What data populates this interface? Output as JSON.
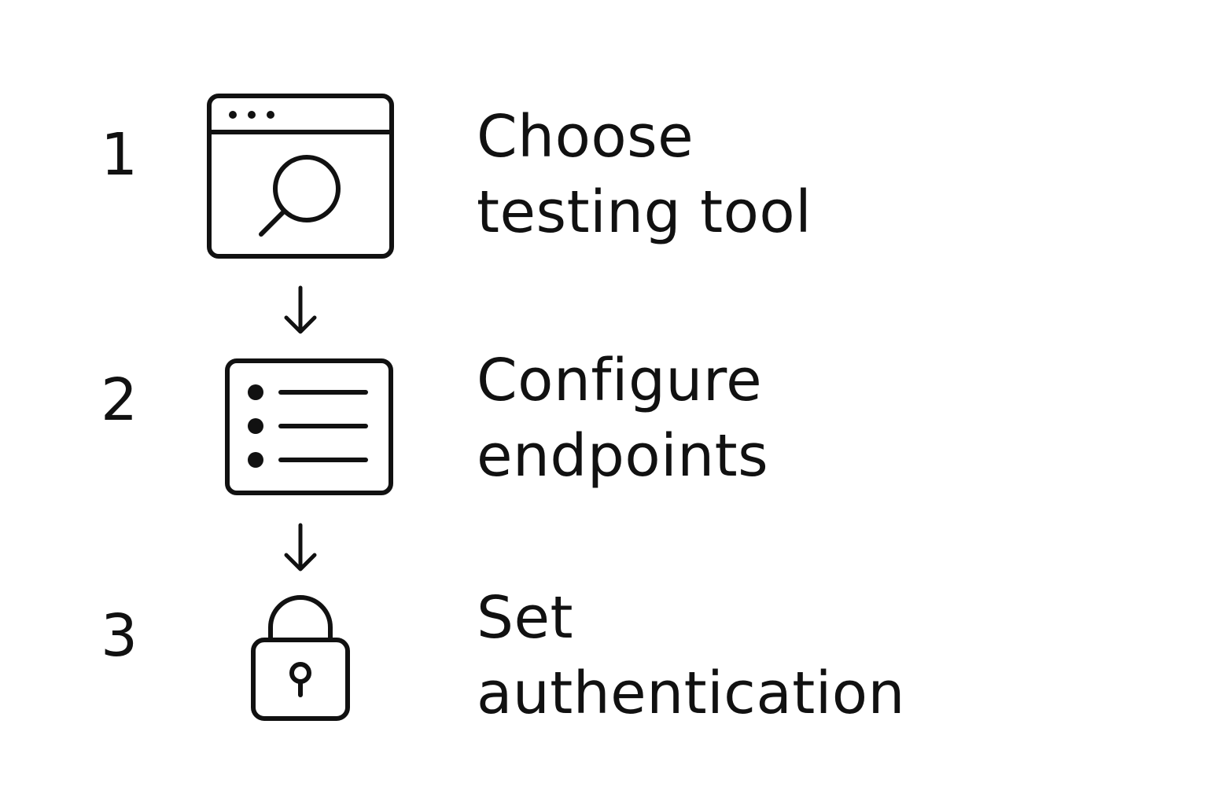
{
  "steps": [
    {
      "number": "1",
      "line1": "Choose",
      "line2": "testing tool",
      "icon": "browser-search-icon"
    },
    {
      "number": "2",
      "line1": "Configure",
      "line2": "endpoints",
      "icon": "list-icon"
    },
    {
      "number": "3",
      "line1": "Set",
      "line2": "authentication",
      "icon": "padlock-icon"
    }
  ],
  "colors": {
    "stroke": "#111111",
    "background": "#ffffff"
  }
}
